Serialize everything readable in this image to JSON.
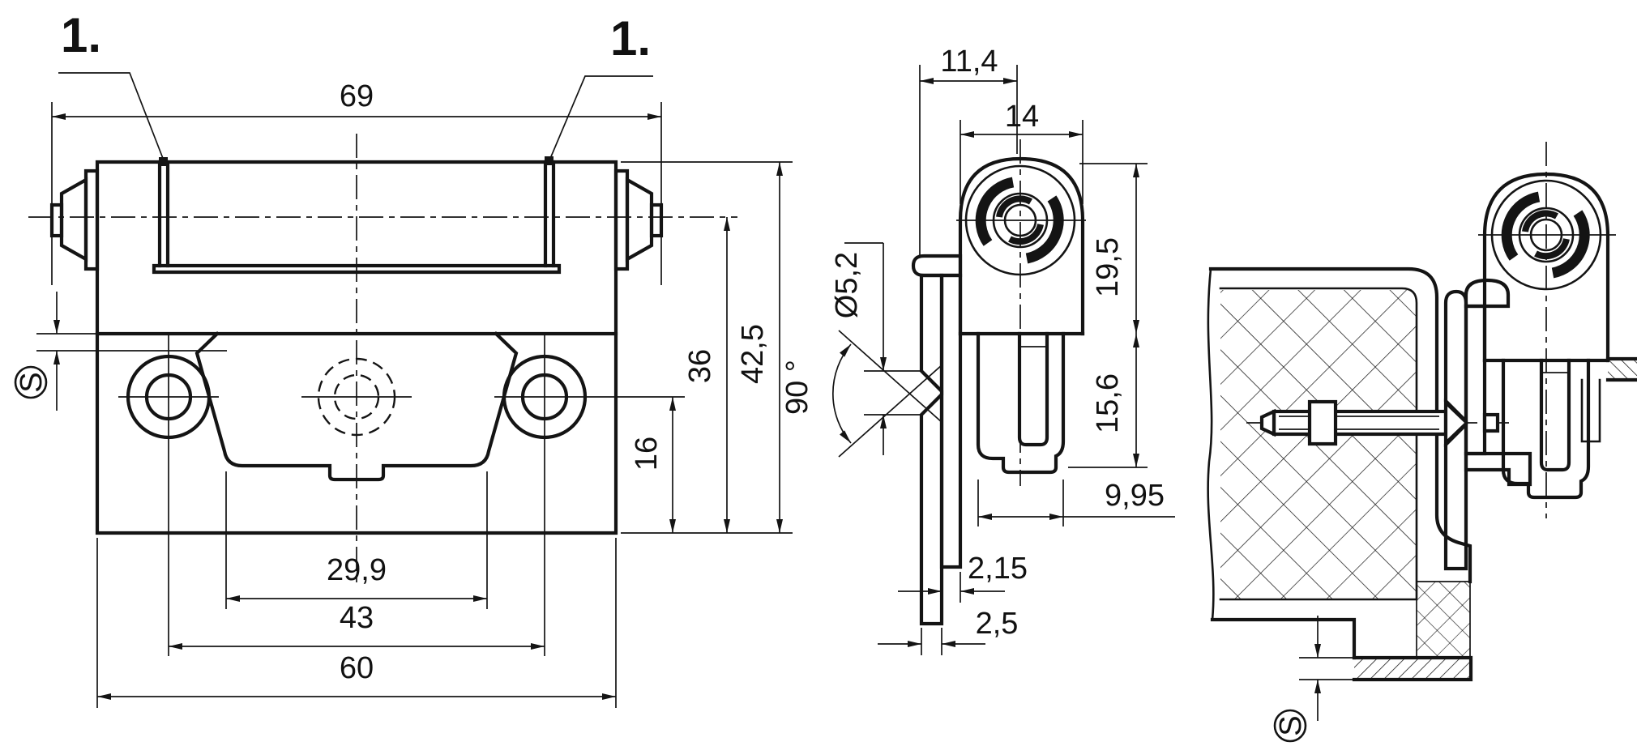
{
  "drawing": {
    "front": {
      "callout_left": "1.",
      "callout_right": "1.",
      "dim_width_over_pins": "69",
      "dim_hole_center_height": "16",
      "dim_axis_height": "36",
      "dim_total_height": "42,5",
      "dim_cutout_width": "29,9",
      "dim_hole_spacing": "43",
      "dim_leaf_width": "60",
      "sheet_thickness_symbol": "S"
    },
    "side": {
      "dim_face_to_axis": "11,4",
      "dim_knuckle_width": "14",
      "dim_knuckle_height": "19,5",
      "dim_clamp_height": "15,6",
      "dim_clamp_depth": "9,95",
      "dim_leaf_thickness": "2,15",
      "dim_door_thickness": "2,5",
      "dim_hole_diameter": "Ø5,2",
      "dim_countersink_angle": "90 °"
    },
    "installation": {
      "sheet_thickness_symbol": "S"
    }
  }
}
